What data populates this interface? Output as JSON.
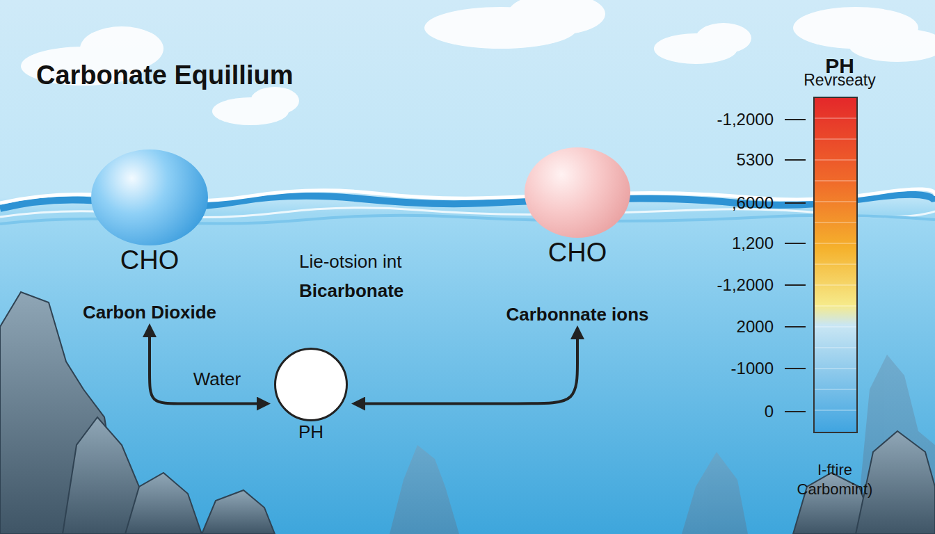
{
  "diagram": {
    "title": "Carbonate Equillium",
    "nodes": [
      {
        "text": [
          "CHO",
          "Carbon Dioxide"
        ]
      },
      {
        "text": [
          "CHO",
          "Carbonnate ions"
        ]
      },
      {
        "text": [
          "PH"
        ]
      }
    ],
    "edges": [
      {
        "from": 0,
        "to": 2,
        "label": "Water",
        "arrow": "both"
      },
      {
        "from": 2,
        "to": 1,
        "arrow": "both"
      }
    ],
    "labels": [
      "Lie-otsion int",
      "Bicarbonate",
      "PH",
      "Revrseaty",
      "-1,2000",
      "5300",
      ",6000",
      "1,200",
      "-1,2000",
      "2000",
      "-1000",
      "0",
      "I-ftire",
      "Carbomint)"
    ]
  }
}
